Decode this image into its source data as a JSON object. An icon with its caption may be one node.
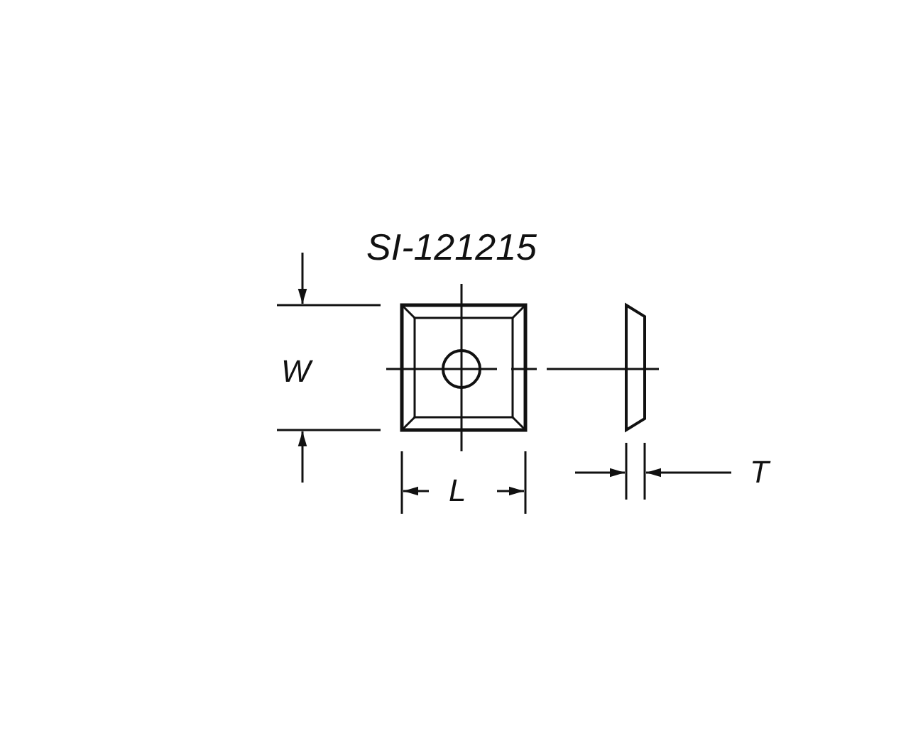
{
  "diagram": {
    "labels": [
      "SI-121215",
      "W",
      "L",
      "T"
    ]
  }
}
